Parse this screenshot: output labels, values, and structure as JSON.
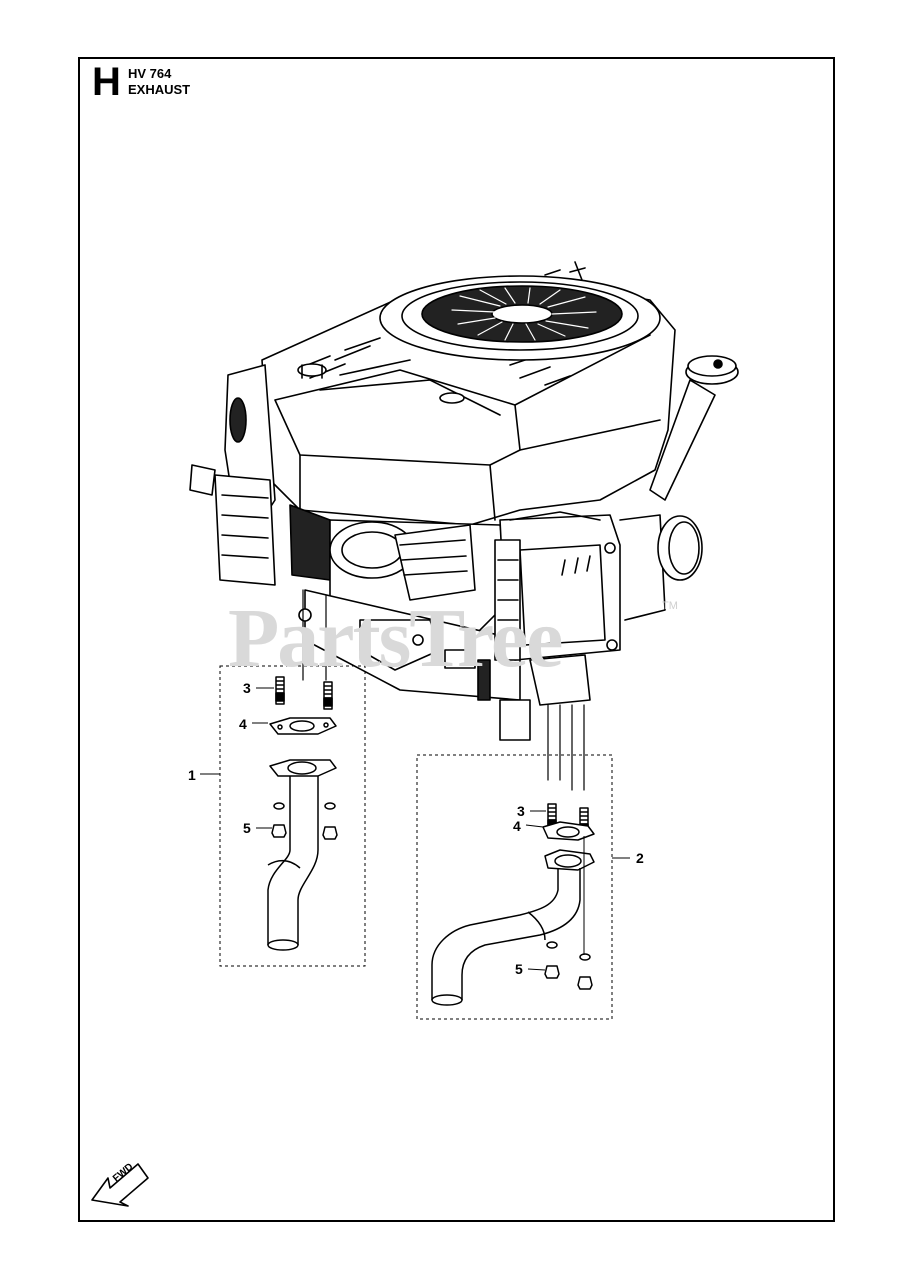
{
  "header": {
    "section_letter": "H",
    "model": "HV 764",
    "title": "EXHAUST"
  },
  "watermark": {
    "text": "PartsTree",
    "trademark": "TM"
  },
  "callouts": {
    "kit_left": "1",
    "kit_right": "2",
    "stud_left": "3",
    "gasket_left": "4",
    "nut_left": "5",
    "stud_right": "3",
    "gasket_right": "4",
    "nut_right": "5"
  },
  "fwd_label": "FWD"
}
